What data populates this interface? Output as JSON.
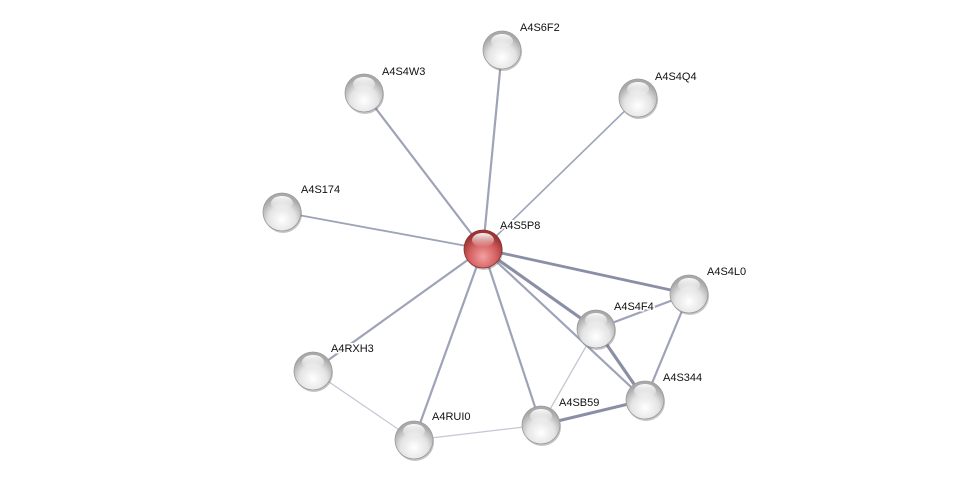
{
  "network": {
    "center_node": "A4S5P8",
    "nodes": [
      {
        "id": "A4S5P8",
        "label": "A4S5P8",
        "type": "query"
      },
      {
        "id": "A4S6F2",
        "label": "A4S6F2",
        "type": "partner"
      },
      {
        "id": "A4S4W3",
        "label": "A4S4W3",
        "type": "partner"
      },
      {
        "id": "A4S4Q4",
        "label": "A4S4Q4",
        "type": "partner"
      },
      {
        "id": "A4S174",
        "label": "A4S174",
        "type": "partner"
      },
      {
        "id": "A4S4L0",
        "label": "A4S4L0",
        "type": "partner"
      },
      {
        "id": "A4S4F4",
        "label": "A4S4F4",
        "type": "partner"
      },
      {
        "id": "A4S344",
        "label": "A4S344",
        "type": "partner"
      },
      {
        "id": "A4SB59",
        "label": "A4SB59",
        "type": "partner"
      },
      {
        "id": "A4RUI0",
        "label": "A4RUI0",
        "type": "partner"
      },
      {
        "id": "A4RXH3",
        "label": "A4RXH3",
        "type": "partner"
      }
    ],
    "edges": [
      [
        "A4S5P8",
        "A4S6F2"
      ],
      [
        "A4S5P8",
        "A4S4W3"
      ],
      [
        "A4S5P8",
        "A4S4Q4"
      ],
      [
        "A4S5P8",
        "A4S174"
      ],
      [
        "A4S5P8",
        "A4S4L0"
      ],
      [
        "A4S5P8",
        "A4S4F4"
      ],
      [
        "A4S5P8",
        "A4S344"
      ],
      [
        "A4S5P8",
        "A4SB59"
      ],
      [
        "A4S5P8",
        "A4RUI0"
      ],
      [
        "A4S5P8",
        "A4RXH3"
      ],
      [
        "A4RXH3",
        "A4RUI0"
      ],
      [
        "A4RUI0",
        "A4SB59"
      ],
      [
        "A4SB59",
        "A4S4F4"
      ],
      [
        "A4SB59",
        "A4S344"
      ],
      [
        "A4S4F4",
        "A4S344"
      ],
      [
        "A4S4F4",
        "A4S4L0"
      ],
      [
        "A4S4L0",
        "A4S344"
      ]
    ],
    "colors": {
      "query": "#d46060",
      "partner": "#e6e6e6",
      "edge": "#9ea3b8"
    }
  }
}
